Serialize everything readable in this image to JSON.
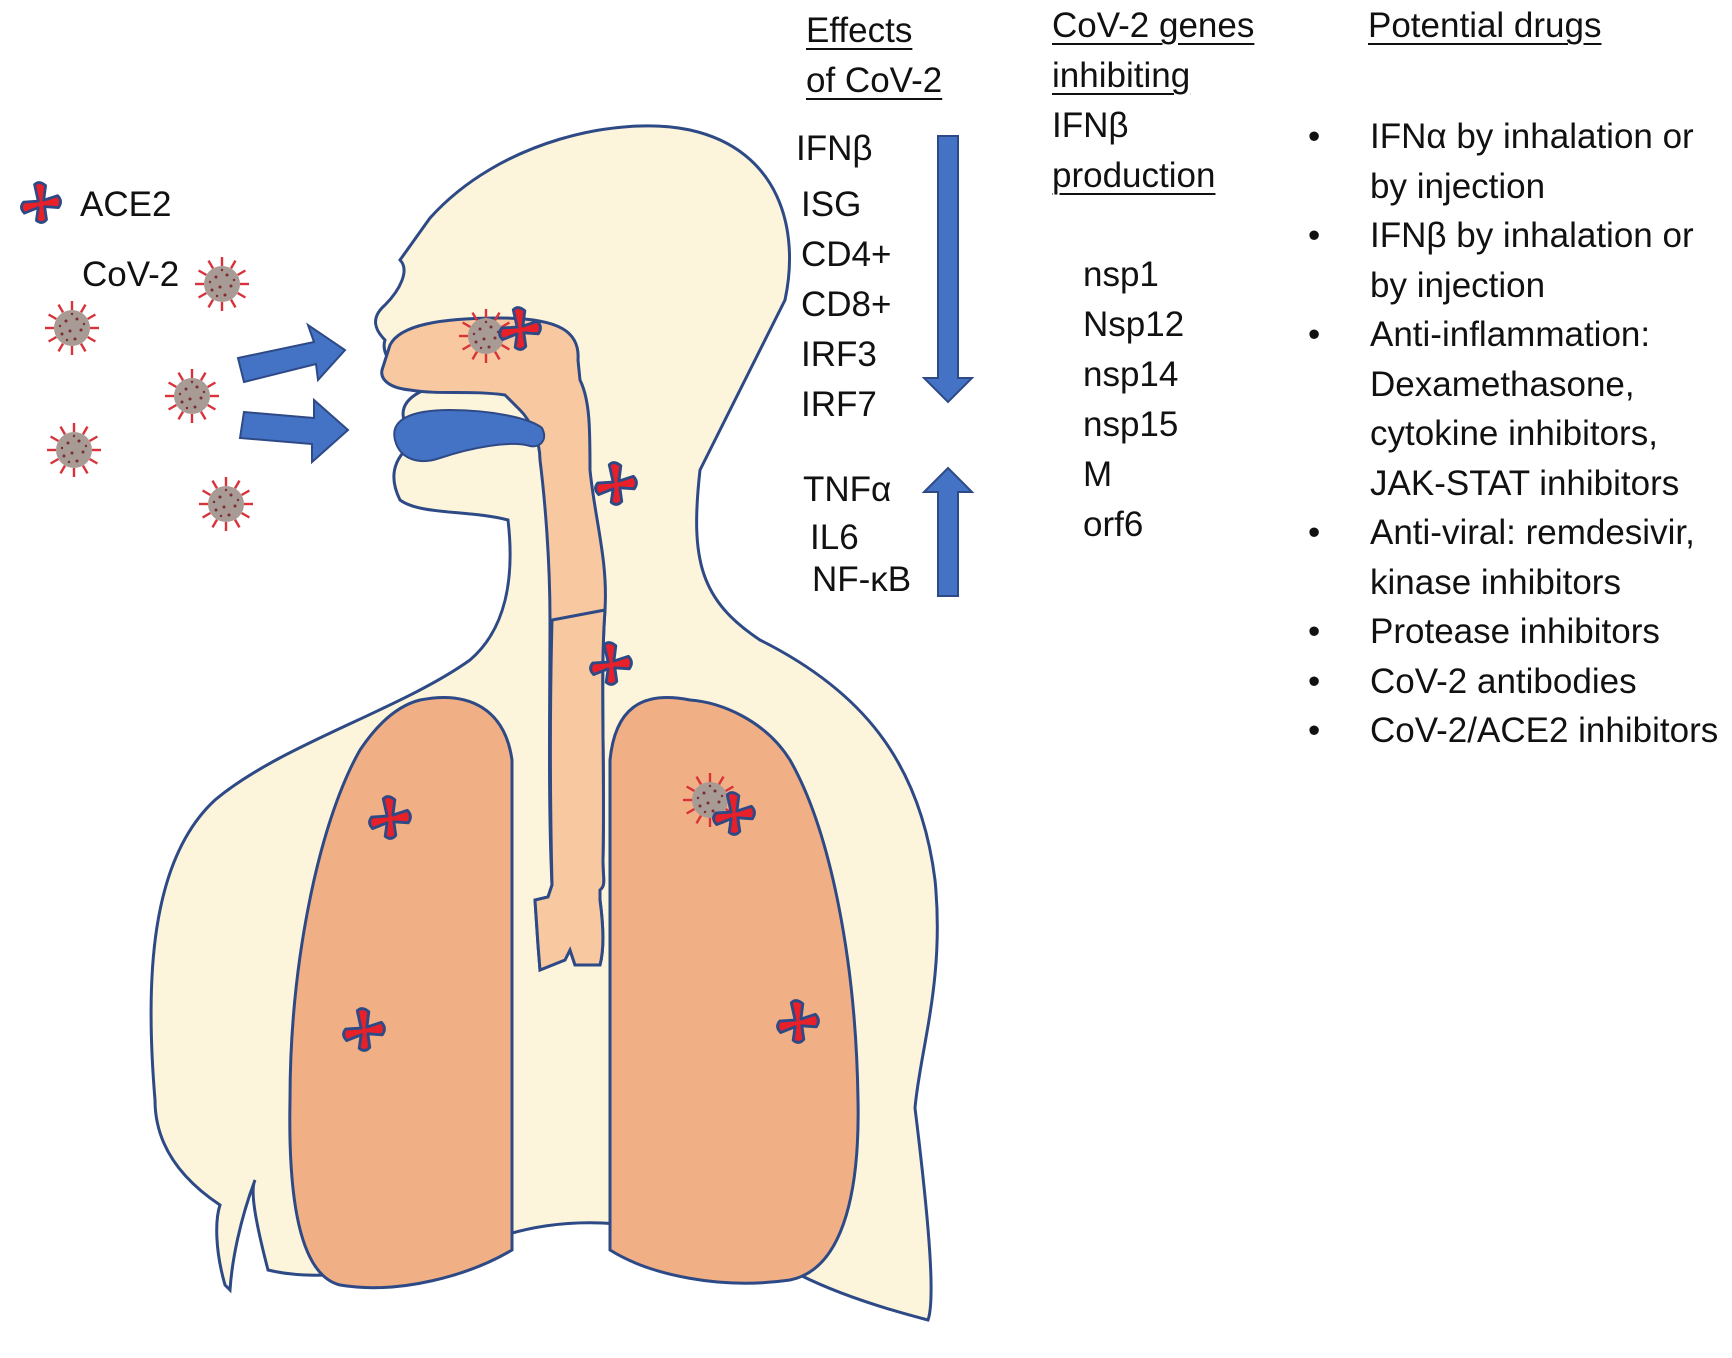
{
  "legend": {
    "ace2_label": "ACE2",
    "cov2_label": "CoV-2"
  },
  "effects": {
    "header_line1": "Effects",
    "header_line2": "of CoV-2",
    "down_items": [
      "IFNβ",
      "ISG",
      "CD4+",
      "CD8+",
      "IRF3",
      "IRF7"
    ],
    "up_items": [
      "TNFα",
      "IL6",
      "NF-κB"
    ]
  },
  "genes": {
    "header_line1": "CoV-2 genes",
    "header_line2": "inhibiting",
    "header_line3": "IFNβ",
    "header_line4": "production",
    "items": [
      "nsp1",
      "Nsp12",
      "nsp14",
      "nsp15",
      "M",
      "orf6"
    ]
  },
  "drugs": {
    "header": "Potential drugs",
    "items": [
      "IFNα by inhalation or by injection",
      "IFNβ by inhalation or by injection",
      "Anti-inflammation: Dexamethasone, cytokine inhibitors, JAK-STAT inhibitors",
      "Anti-viral: remdesivir, kinase inhibitors",
      "Protease inhibitors",
      "CoV-2 antibodies",
      "CoV-2/ACE2 inhibitors"
    ]
  },
  "colors": {
    "body_fill": "#FDF4DC",
    "outline": "#2E4A86",
    "airway": "#F8C8A0",
    "lung": "#F0AF85",
    "arrow": "#4472C4",
    "ace2_red": "#E8202A",
    "virus_body": "#A89A94",
    "virus_spike": "#D8323A"
  }
}
